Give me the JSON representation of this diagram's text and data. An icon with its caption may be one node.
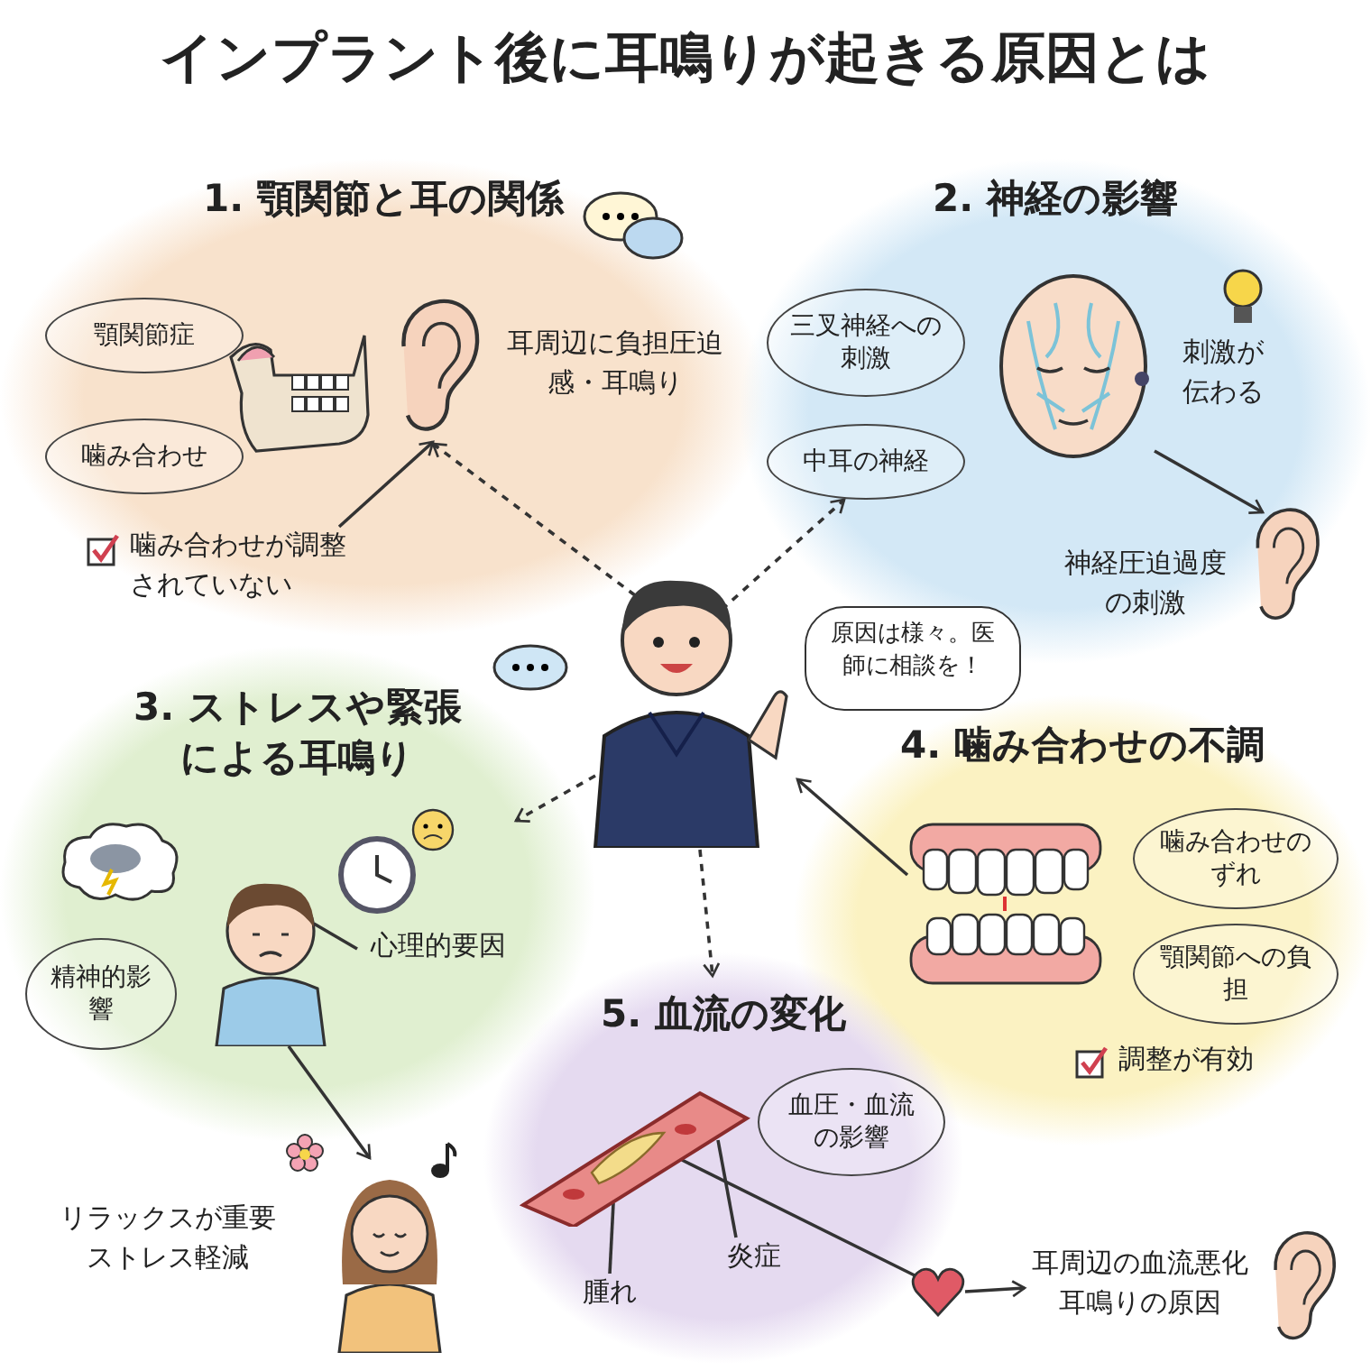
{
  "diagram": {
    "title": "インプラント後に耳鳴りが起きる原因とは",
    "nodes": [
      {
        "text": [
          "1. 顎関節と耳の関係"
        ]
      },
      {
        "text": [
          "顎関節症"
        ],
        "in": 0
      },
      {
        "text": [
          "噛み合わせ"
        ],
        "in": 0
      },
      {
        "text": [],
        "shape": "picture",
        "in": 0,
        "beside": [
          "耳周辺に負担圧迫感・耳鳴り"
        ]
      },
      {
        "text": [
          "噛み合わせが調整されていない"
        ],
        "in": 0
      },
      {
        "text": [
          "2. 神経の影響"
        ]
      },
      {
        "text": [
          "三叉神経への刺激"
        ],
        "in": 5
      },
      {
        "text": [
          "中耳の神経"
        ],
        "in": 5
      },
      {
        "text": [],
        "shape": "picture",
        "in": 5,
        "beside": [
          "刺激が伝わる"
        ]
      },
      {
        "text": [],
        "shape": "picture",
        "in": 5,
        "beside": [
          "神経圧迫過度の刺激"
        ]
      },
      {
        "text": [],
        "shape": "picture"
      },
      {
        "text": [
          "原因は様々。医師に相談を！"
        ]
      },
      {
        "text": [
          "3. ストレスや緊張による耳鳴り"
        ]
      },
      {
        "text": [],
        "shape": "picture",
        "in": 12
      },
      {
        "text": [
          "心理的要因"
        ],
        "in": 12
      },
      {
        "text": [
          "精神的影響"
        ],
        "in": 12
      },
      {
        "text": [],
        "shape": "picture",
        "beside": [
          "リラックスが重要ストレス軽減"
        ]
      },
      {
        "text": [
          "4. 噛み合わせの不調"
        ]
      },
      {
        "text": [],
        "shape": "picture",
        "in": 17
      },
      {
        "text": [
          "噛み合わせのずれ"
        ],
        "in": 17
      },
      {
        "text": [
          "顎関節への負担"
        ],
        "in": 17
      },
      {
        "text": [
          "5. 血流の変化"
        ]
      },
      {
        "text": [],
        "shape": "picture",
        "in": 21
      },
      {
        "text": [
          "血圧・血流の影響"
        ],
        "in": 21
      },
      {
        "text": [
          "腫れ"
        ],
        "in": 21
      },
      {
        "text": [
          "炎症"
        ],
        "in": 21
      },
      {
        "text": [],
        "shape": "picture",
        "in": 21
      },
      {
        "text": [
          "耳周辺の血流悪化耳鳴りの原因"
        ]
      }
    ],
    "edges": [
      {
        "from": 10,
        "to": 3,
        "arrow": "to",
        "style": "dashed"
      },
      {
        "from": 10,
        "to": 7,
        "arrow": "to",
        "style": "dashed"
      },
      {
        "from": 10,
        "to": 12,
        "arrow": "to",
        "style": "dashed"
      },
      {
        "from": 10,
        "to": 21,
        "arrow": "to",
        "style": "dashed"
      },
      {
        "from": 18,
        "to": 10,
        "arrow": "to"
      },
      {
        "from": 4,
        "to": 3,
        "arrow": "to"
      },
      {
        "from": 8,
        "to": 9,
        "arrow": "to"
      },
      {
        "from": 13,
        "to": 16,
        "arrow": "to"
      },
      {
        "from": 13,
        "to": 14,
        "arrow": "none"
      },
      {
        "from": 24,
        "to": 22,
        "arrow": "none"
      },
      {
        "from": 25,
        "to": 22,
        "arrow": "none"
      },
      {
        "from": 22,
        "to": 26,
        "arrow": "none"
      },
      {
        "from": 26,
        "to": 27,
        "arrow": "to"
      }
    ],
    "labels": [
      "調整が有効"
    ]
  }
}
